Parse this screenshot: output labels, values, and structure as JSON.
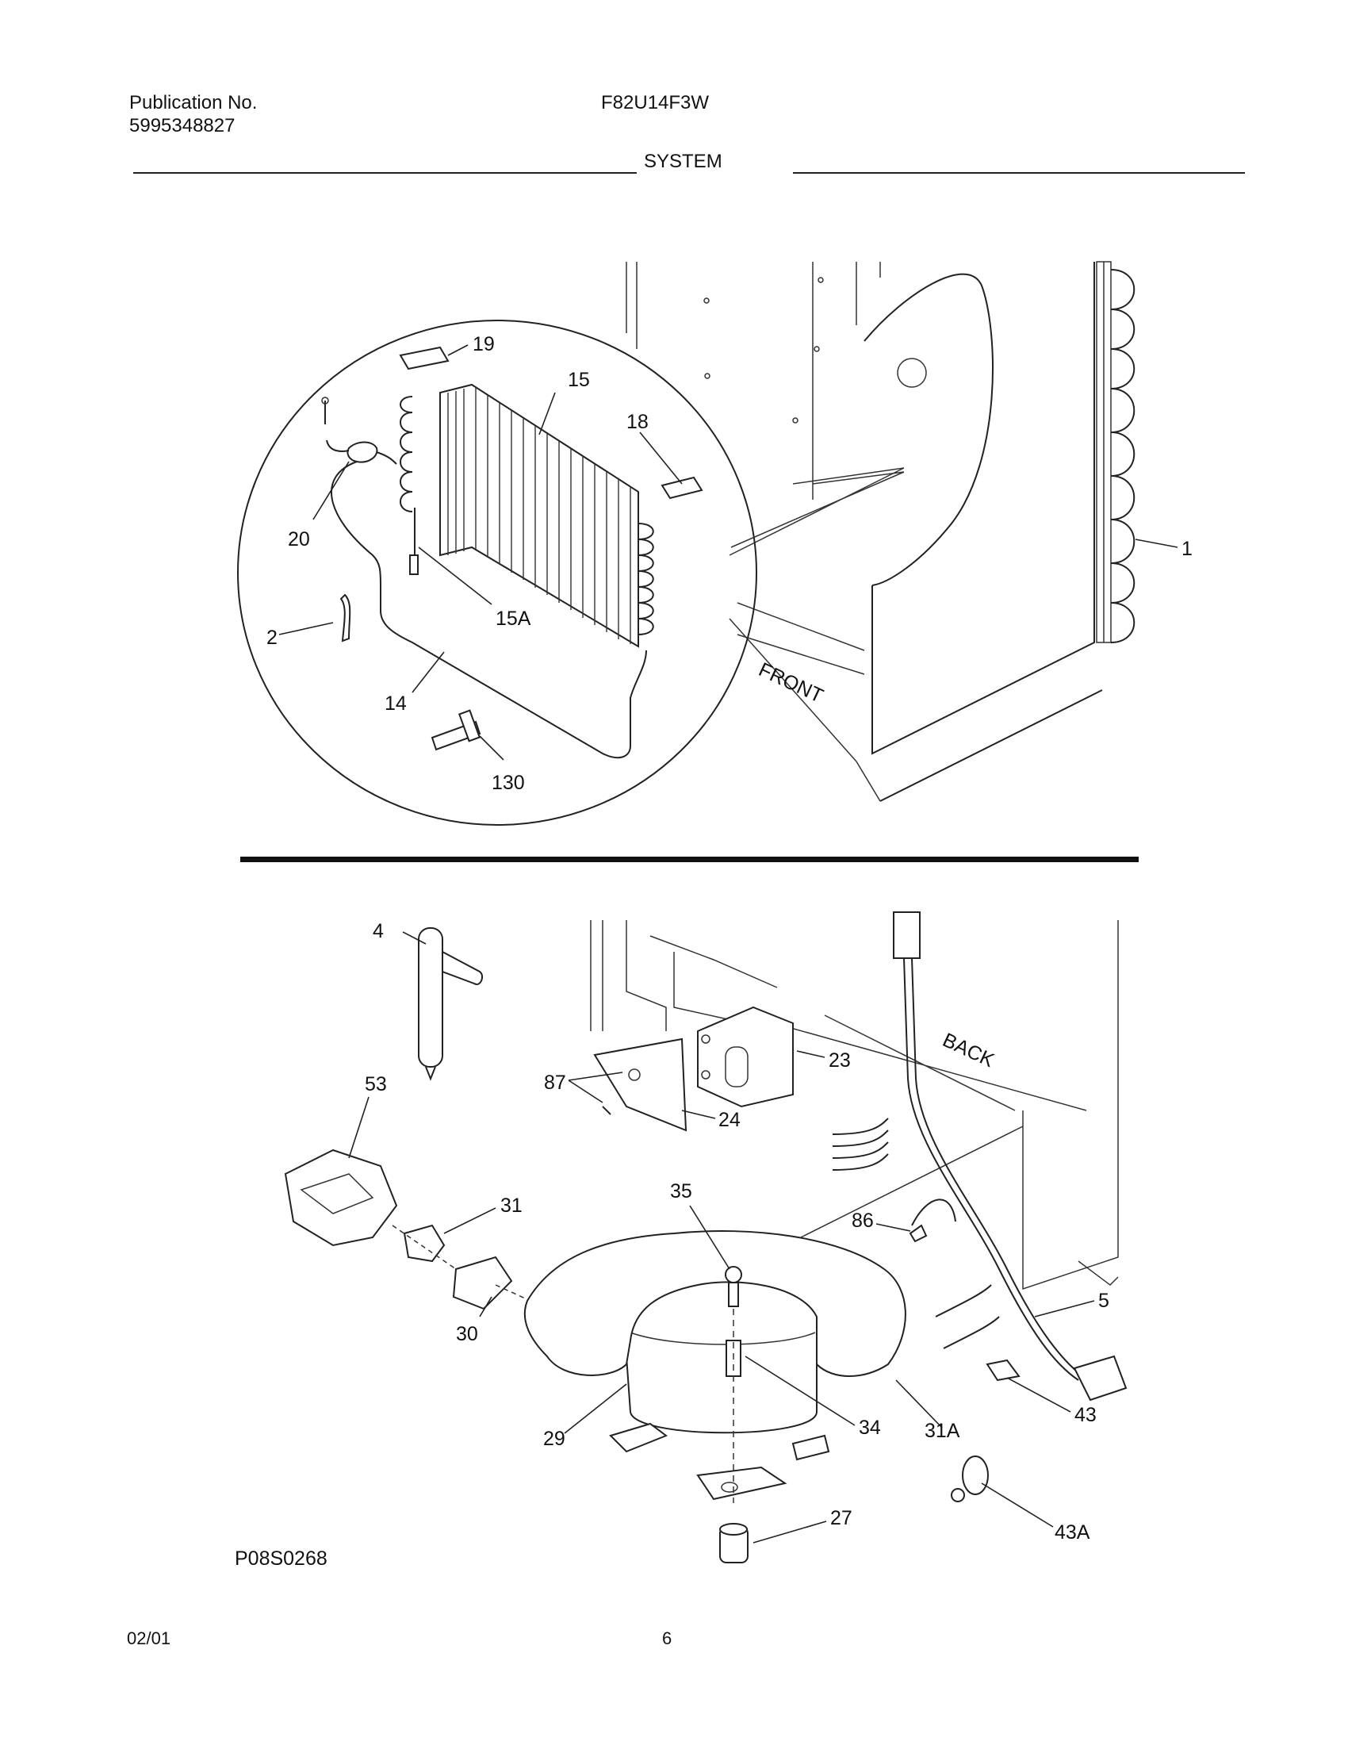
{
  "header": {
    "publication_label": "Publication No.",
    "publication_number": "5995348827",
    "model": "F82U14F3W",
    "section": "SYSTEM"
  },
  "footer": {
    "diagram_code": "P08S0268",
    "date": "02/01",
    "page": "6"
  },
  "labels": {
    "upper": {
      "p19": "19",
      "p15": "15",
      "p18": "18",
      "p20": "20",
      "p15a": "15A",
      "p2": "2",
      "p14": "14",
      "p130": "130",
      "p1": "1",
      "front": "FRONT"
    },
    "lower": {
      "p4": "4",
      "p53": "53",
      "p87": "87",
      "p23": "23",
      "p24": "24",
      "p31": "31",
      "p35": "35",
      "p86": "86",
      "p5": "5",
      "p30": "30",
      "p29": "29",
      "p34": "34",
      "p31a": "31A",
      "p43": "43",
      "p27": "27",
      "p43a": "43A",
      "back": "BACK"
    }
  }
}
